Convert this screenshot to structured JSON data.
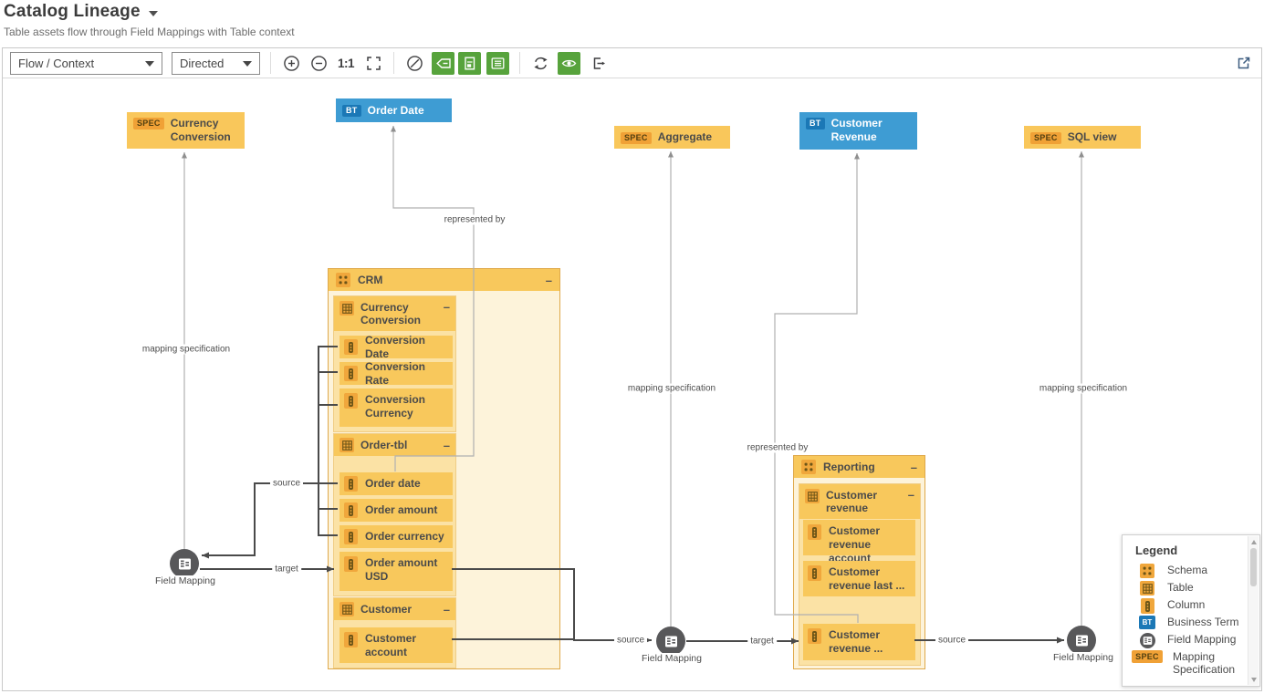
{
  "header": {
    "title": "Catalog Lineage",
    "subtitle": "Table assets flow through Field Mappings with Table context"
  },
  "toolbar": {
    "view_mode": "Flow / Context",
    "layout_direction": "Directed",
    "zoom_actual": "1:1"
  },
  "nodes": {
    "currency_conversion_spec": {
      "badge": "SPEC",
      "label": "Currency Conversion"
    },
    "order_date_bt": {
      "badge": "BT",
      "label": "Order Date"
    },
    "aggregate_spec": {
      "badge": "SPEC",
      "label": "Aggregate"
    },
    "customer_revenue_bt": {
      "badge": "BT",
      "label": "Customer Revenue"
    },
    "sql_view_spec": {
      "badge": "SPEC",
      "label": "SQL view"
    }
  },
  "groups": {
    "crm": {
      "label": "CRM",
      "collapse": "–",
      "tables": [
        {
          "label": "Currency Conversion",
          "collapse": "–",
          "columns": [
            "Conversion Date",
            "Conversion Rate",
            "Conversion Currency"
          ]
        },
        {
          "label": "Order-tbl",
          "collapse": "–",
          "columns": [
            "Order date",
            "Order amount",
            "Order currency",
            "Order amount USD"
          ]
        },
        {
          "label": "Customer",
          "collapse": "–",
          "columns": [
            "Customer account"
          ]
        }
      ]
    },
    "reporting": {
      "label": "Reporting",
      "collapse": "–",
      "tables": [
        {
          "label": "Customer revenue",
          "collapse": "–",
          "columns": [
            "Customer revenue account",
            "Customer revenue last ...",
            "Customer revenue ..."
          ]
        }
      ]
    }
  },
  "field_mapping_label": "Field Mapping",
  "edge_labels": {
    "mapping_specification": "mapping specification",
    "represented_by": "represented by",
    "source": "source",
    "target": "target"
  },
  "legend": {
    "title": "Legend",
    "items": [
      {
        "label": "Schema"
      },
      {
        "label": "Table"
      },
      {
        "label": "Column"
      },
      {
        "label": "Business Term",
        "badge": "BT"
      },
      {
        "label": "Field Mapping"
      },
      {
        "label": "Mapping Specification",
        "badge": "SPEC"
      }
    ]
  },
  "colors": {
    "asset_yellow": "#f9c75b",
    "badge_orange": "#f0a136",
    "business_term_blue": "#3e9cd3",
    "bt_badge_blue": "#1b78b6",
    "toolbar_green": "#57a33c",
    "field_mapping_gray": "#58585a",
    "edge_dark": "#4a4a4a",
    "edge_light": "#b0b0b0"
  }
}
